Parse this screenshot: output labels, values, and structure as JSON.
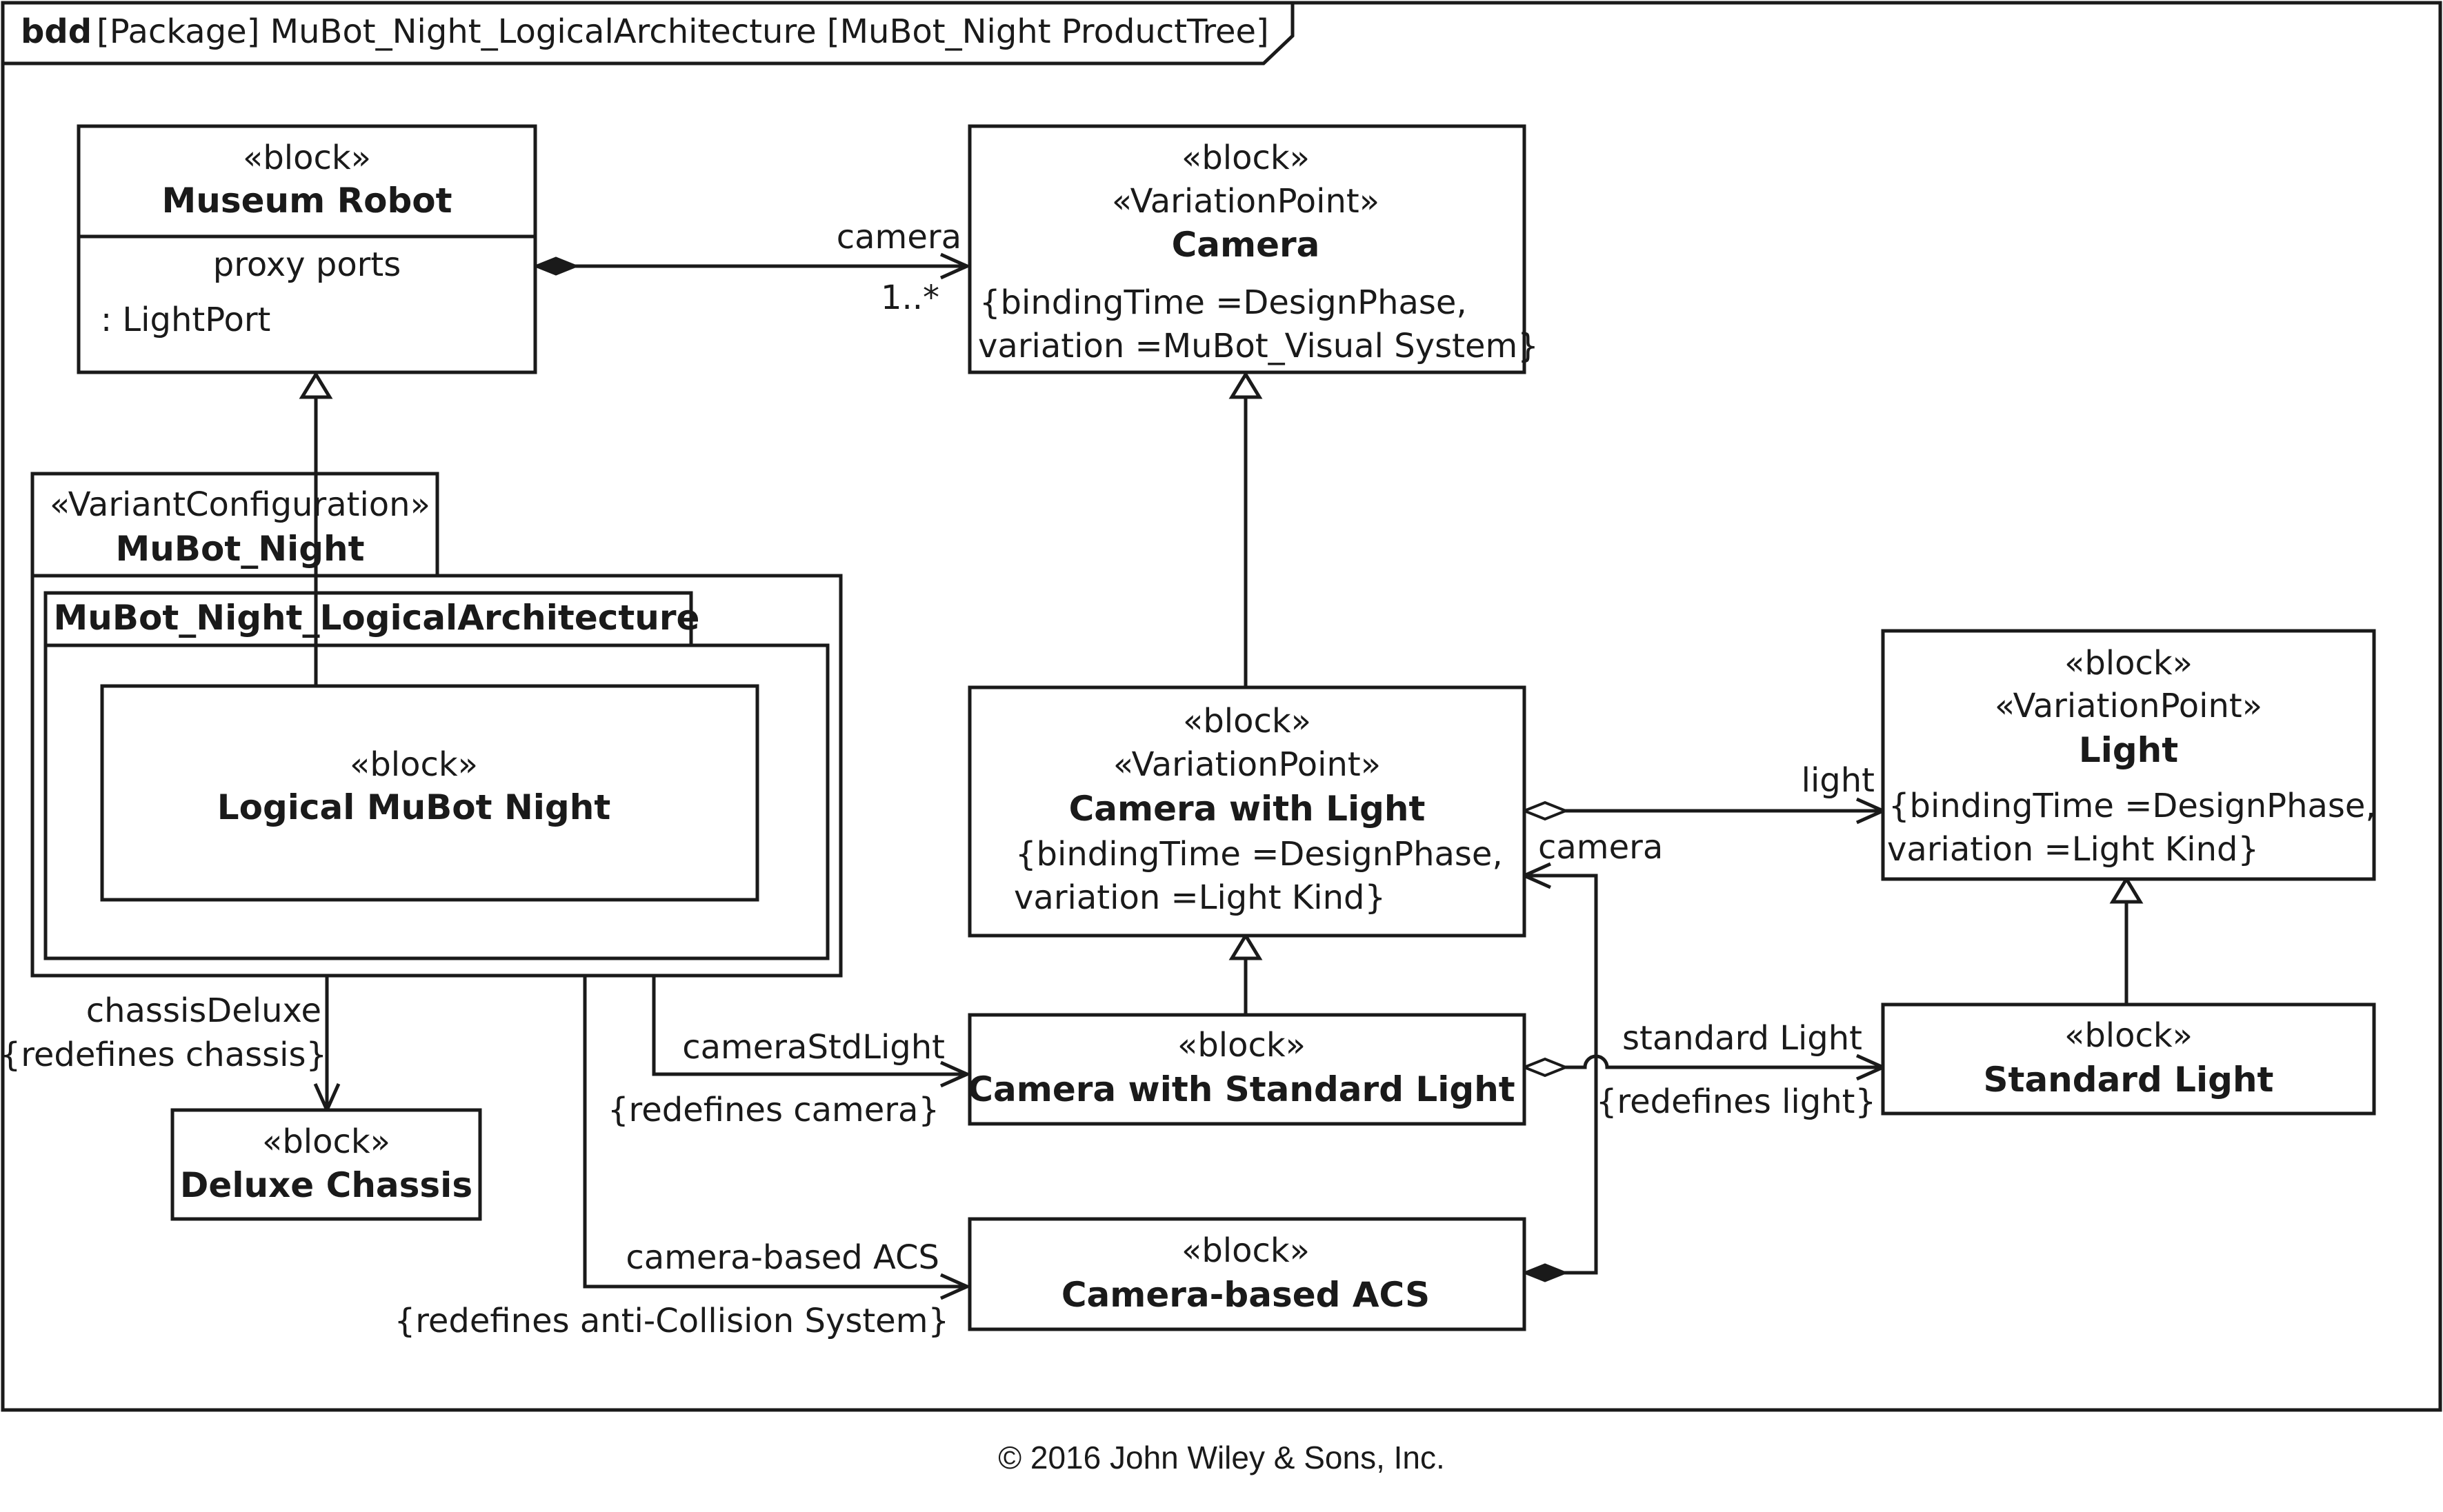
{
  "frame": {
    "kind": "bdd",
    "title": "[Package] MuBot_Night_LogicalArchitecture [MuBot_Night ProductTree]"
  },
  "blocks": {
    "museum_robot": {
      "stereotype": "«block»",
      "name": "Museum Robot",
      "compartment_title": "proxy ports",
      "port": ": LightPort"
    },
    "camera": {
      "stereotype": "«block»",
      "stereotype2": "«VariationPoint»",
      "name": "Camera",
      "constraint_line1": "{bindingTime =DesignPhase,",
      "constraint_line2": "variation =MuBot_Visual System}"
    },
    "variant_config": {
      "stereotype": "«VariantConfiguration»",
      "name": "MuBot_Night"
    },
    "logical_arch": {
      "name": "MuBot_Night_LogicalArchitecture"
    },
    "logical_mubot": {
      "stereotype": "«block»",
      "name": "Logical MuBot Night"
    },
    "camera_with_light": {
      "stereotype": "«block»",
      "stereotype2": "«VariationPoint»",
      "name": "Camera with Light",
      "constraint_line1": "{bindingTime =DesignPhase,",
      "constraint_line2": "variation =Light Kind}"
    },
    "light": {
      "stereotype": "«block»",
      "stereotype2": "«VariationPoint»",
      "name": "Light",
      "constraint_line1": "{bindingTime =DesignPhase,",
      "constraint_line2": "variation =Light Kind}"
    },
    "deluxe_chassis": {
      "stereotype": "«block»",
      "name": "Deluxe Chassis"
    },
    "camera_std_light": {
      "stereotype": "«block»",
      "name": "Camera with Standard Light"
    },
    "standard_light": {
      "stereotype": "«block»",
      "name": "Standard Light"
    },
    "camera_acs": {
      "stereotype": "«block»",
      "name": "Camera-based ACS"
    }
  },
  "labels": {
    "camera_role": "camera",
    "camera_mult": "1..*",
    "light_role": "light",
    "cwl_camera_role": "camera",
    "chassis_role": "chassisDeluxe",
    "chassis_redef": "{redefines chassis}",
    "camstd_role": "cameraStdLight",
    "camstd_redef": "{redefines camera}",
    "stdlight_role": "standard Light",
    "stdlight_redef": "{redefines light}",
    "acs_role": "camera-based ACS",
    "acs_redef": "{redefines anti-Collision System}"
  },
  "copyright": "© 2016 John Wiley & Sons, Inc."
}
